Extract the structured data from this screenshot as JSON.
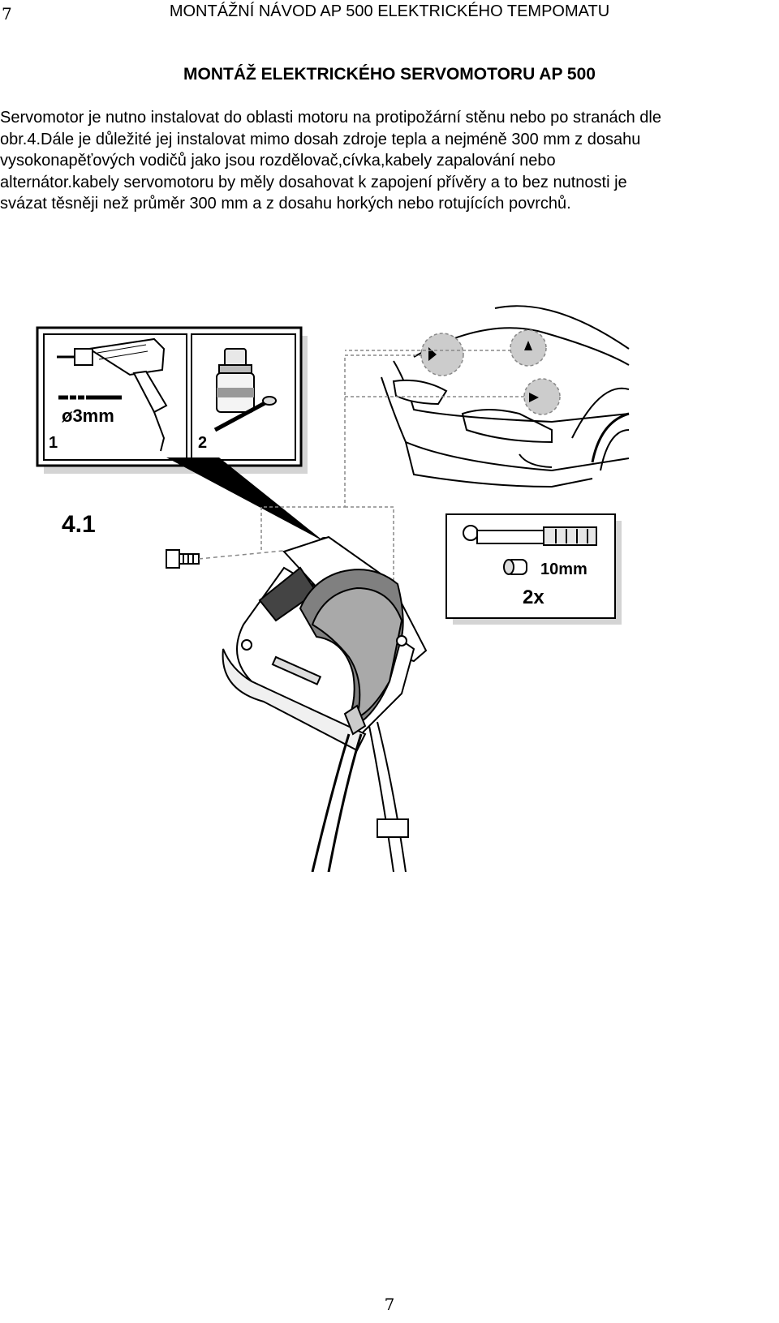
{
  "header": {
    "page_number": "7",
    "running_title": "MONTÁŽNÍ NÁVOD AP 500 ELEKTRICKÉHO TEMPOMATU"
  },
  "section": {
    "title": "MONTÁŽ ELEKTRICKÉHO SERVOMOTORU AP 500"
  },
  "body": {
    "lines": [
      "Servomotor je nutno instalovat do oblasti motoru na protipožární stěnu nebo po stranách dle",
      "obr.4.Dále je důležité jej instalovat mimo dosah zdroje tepla a nejméně 300 mm z dosahu",
      "vysokonapěťových vodičů jako jsou rozdělovač,cívka,kabely zapalování nebo",
      "alternátor.kabely servomotoru by měly dosahovat k zapojení přívěry a to bez nutnosti je",
      "svázat těsněji než průměr 300 mm a z dosahu horkých nebo rotujících povrchů."
    ]
  },
  "figure": {
    "drill_size": "ø3mm",
    "panel1_number": "1",
    "panel2_number": "2",
    "figure_label": "4.1",
    "wrench_size": "10mm",
    "quantity": "2x"
  },
  "footer": {
    "page_number": "7"
  }
}
